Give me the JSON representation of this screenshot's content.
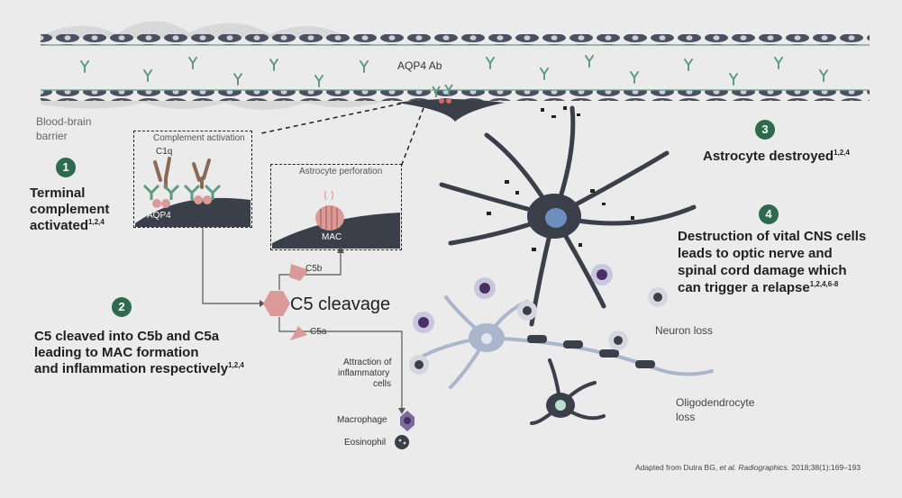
{
  "top_label": "AQP4 Ab",
  "bbb_label_line1": "Blood-brain",
  "bbb_label_line2": "barrier",
  "complement_box": {
    "title": "Complement activation",
    "c1q_label": "C1q",
    "aqp4_label": "AQP4"
  },
  "perforation_box": {
    "title": "Astrocyte perforation",
    "mac_label": "MAC"
  },
  "step1": {
    "number": "1",
    "line1": "Terminal",
    "line2": "complement",
    "line3": "activated",
    "refs": "1,2,4"
  },
  "step2": {
    "number": "2",
    "line1": "C5 cleaved into C5b and C5a",
    "line2": "leading to MAC formation",
    "line3": "and inflammation respectively",
    "refs": "1,2,4"
  },
  "step3": {
    "number": "3",
    "text": "Astrocyte destroyed",
    "refs": "1,2,4"
  },
  "step4": {
    "number": "4",
    "line1": "Destruction of vital CNS cells",
    "line2": "leads to optic nerve and",
    "line3": "spinal cord damage which",
    "line4": "can trigger a relapse",
    "refs": "1,2,4,6-8"
  },
  "c5_cleavage": "C5 cleavage",
  "c5b": "C5b",
  "c5a": "C5a",
  "attraction_line1": "Attraction of",
  "attraction_line2": "inflammatory",
  "attraction_line3": "cells",
  "macrophage": "Macrophage",
  "eosinophil": "Eosinophil",
  "neuron_loss": "Neuron loss",
  "oligo_line1": "Oligodendrocyte",
  "oligo_line2": "loss",
  "citation_prefix": "Adapted from Dutra BG, ",
  "citation_italic": "et al. Radiographics.",
  "citation_suffix": " 2018;38(1):169–193",
  "colors": {
    "badge": "#2e6b4e",
    "complement_pink": "#d99a98",
    "antibody_green": "#5f9a7e",
    "c1q_brown": "#8b6a55",
    "cell_dark": "#3a3f4a",
    "neuron_blue": "#a9b6cc"
  }
}
